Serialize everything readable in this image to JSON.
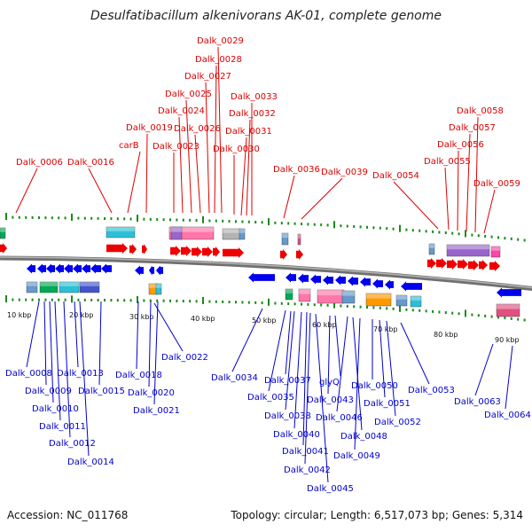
{
  "title": "Desulfatibacillum alkenivorans AK-01, complete genome",
  "accession": "Accession: NC_011768",
  "topology": "Topology: circular; Length: 6,517,073 bp; Genes: 5,314",
  "colors": {
    "top_label": "#dd0000",
    "bottom_label": "#0000cc",
    "forward_gene": "#ee0000",
    "reverse_gene": "#0000ee",
    "tick": "#1a8a1a",
    "backbone": "#8a8a8a"
  },
  "scale_ticks": [
    "10 kbp",
    "20 kbp",
    "30 kbp",
    "40 kbp",
    "50 kbp",
    "60 kbp",
    "70 kbp",
    "80 kbp",
    "90 kbp"
  ],
  "top_labels": [
    "Dalk_0006",
    "Dalk_0016",
    "carB",
    "Dalk_0019",
    "Dalk_0023",
    "Dalk_0024",
    "Dalk_0025",
    "Dalk_0026",
    "Dalk_0027",
    "Dalk_0028",
    "Dalk_0029",
    "Dalk_0030",
    "Dalk_0031",
    "Dalk_0032",
    "Dalk_0033",
    "Dalk_0036",
    "Dalk_0039",
    "Dalk_0054",
    "Dalk_0055",
    "Dalk_0056",
    "Dalk_0057",
    "Dalk_0058",
    "Dalk_0059"
  ],
  "bottom_labels": [
    "Dalk_0008",
    "Dalk_0009",
    "Dalk_0010",
    "Dalk_0011",
    "Dalk_0012",
    "Dalk_0013",
    "Dalk_0014",
    "Dalk_0015",
    "Dalk_0018",
    "Dalk_0020",
    "Dalk_0021",
    "Dalk_0022",
    "Dalk_0034",
    "Dalk_0035",
    "Dalk_0037",
    "Dalk_0038",
    "Dalk_0040",
    "Dalk_0041",
    "Dalk_0042",
    "Dalk_0043",
    "glyQ",
    "Dalk_0045",
    "Dalk_0046",
    "Dalk_0048",
    "Dalk_0049",
    "Dalk_0050",
    "Dalk_0051",
    "Dalk_0052",
    "Dalk_0053",
    "Dalk_0063",
    "Dalk_0064"
  ]
}
